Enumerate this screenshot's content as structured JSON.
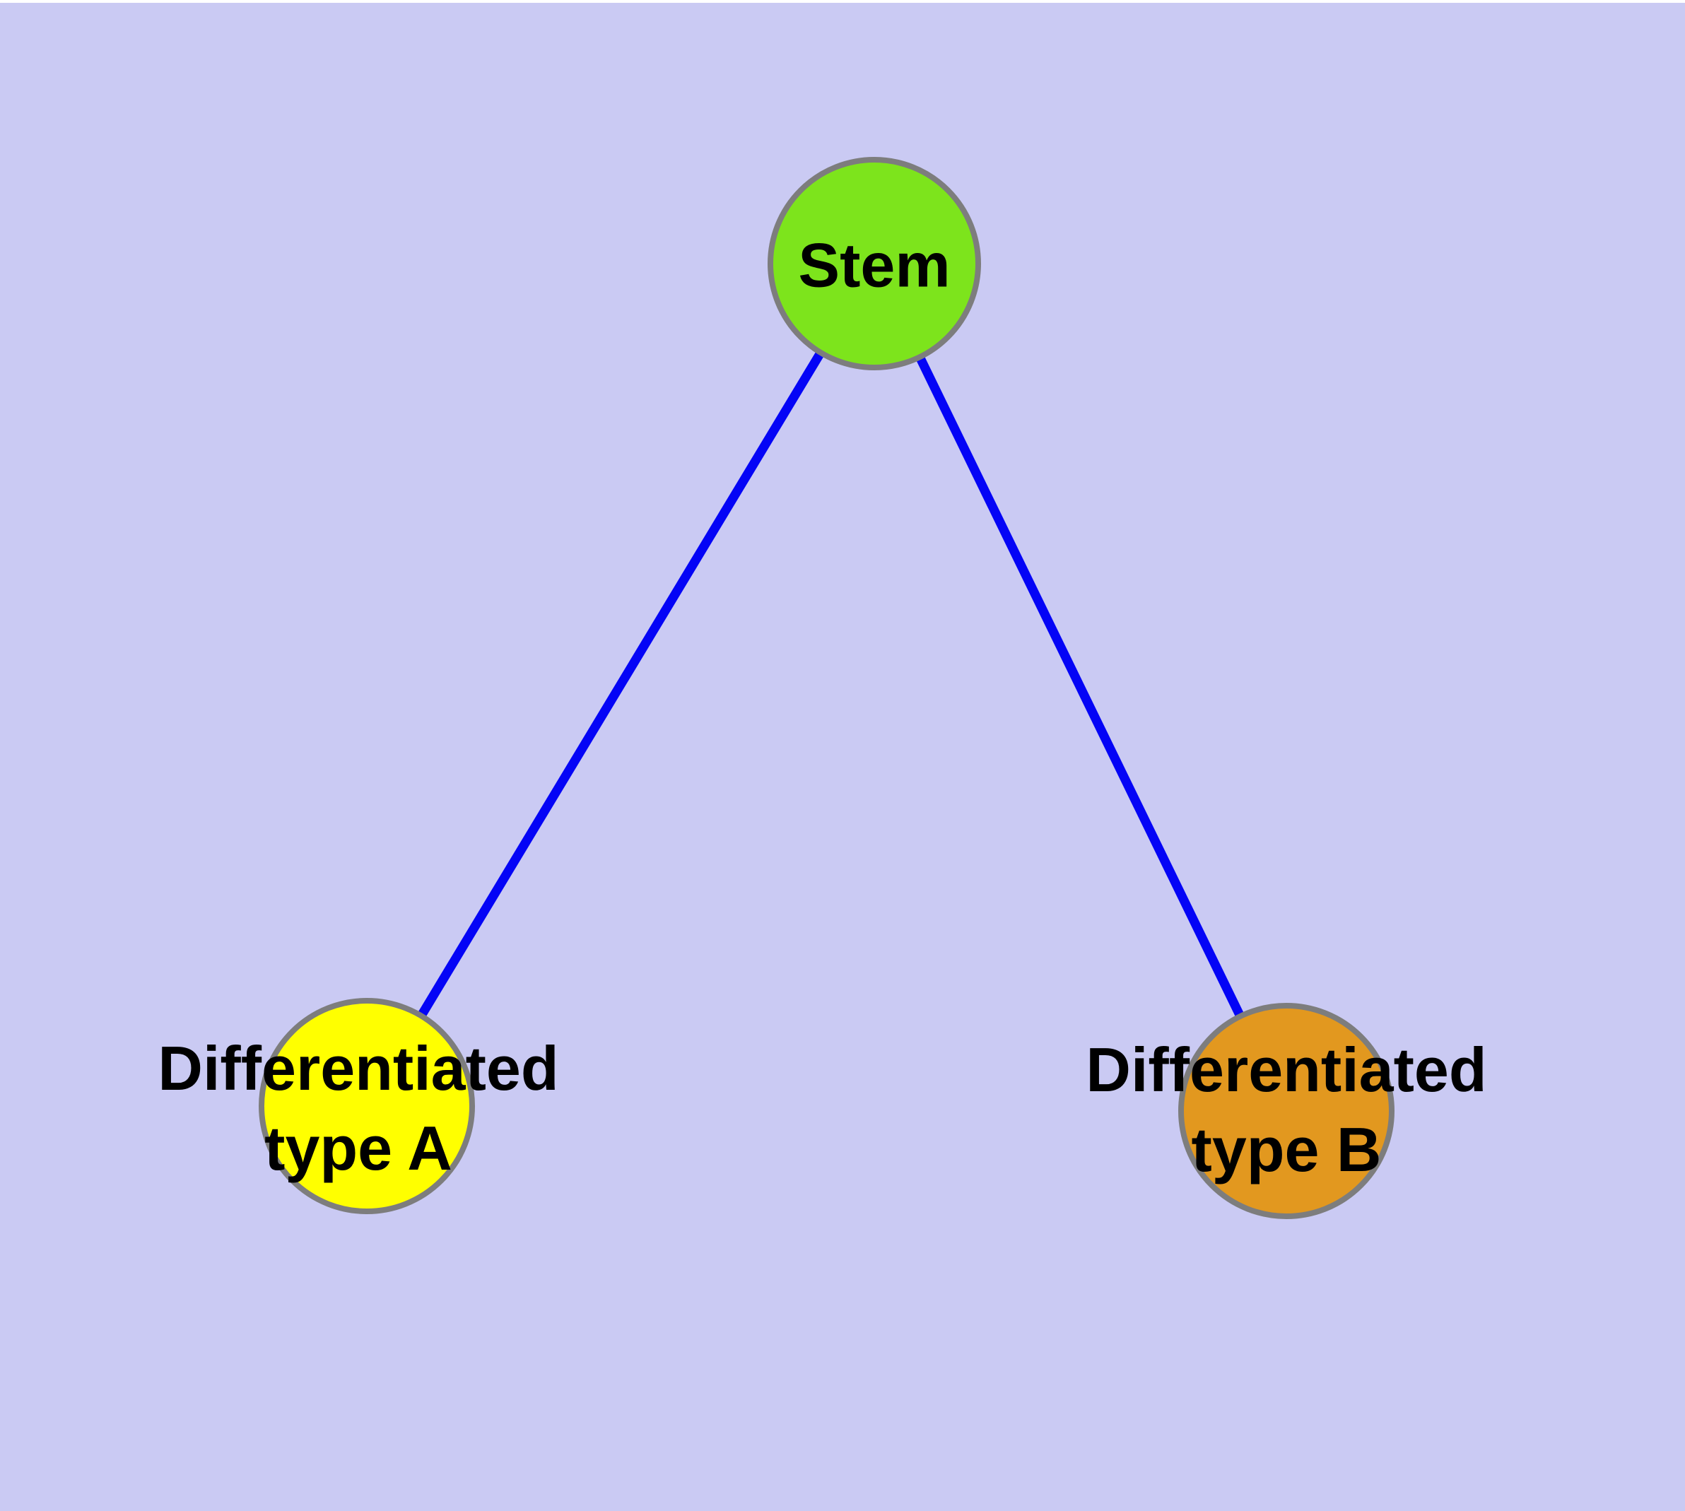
{
  "canvas": {
    "background_color": "#cacaf3",
    "top_strip_color": "#ffffff"
  },
  "graph": {
    "type": "undirected-tree",
    "node_border_color": "#7d7d7d",
    "edge_color": "#0404f6",
    "nodes": {
      "stem": {
        "label": "Stem",
        "fill": "#7de41c"
      },
      "typeA": {
        "line1": "Differentiated",
        "line2": "type A",
        "label": "Differentiated type A",
        "fill": "#ffff00"
      },
      "typeB": {
        "line1": "Differentiated",
        "line2": "type B",
        "label": "Differentiated type B",
        "fill": "#e2981f"
      }
    },
    "edges": [
      {
        "from": "Stem",
        "to": "Differentiated type A"
      },
      {
        "from": "Stem",
        "to": "Differentiated type B"
      }
    ]
  }
}
